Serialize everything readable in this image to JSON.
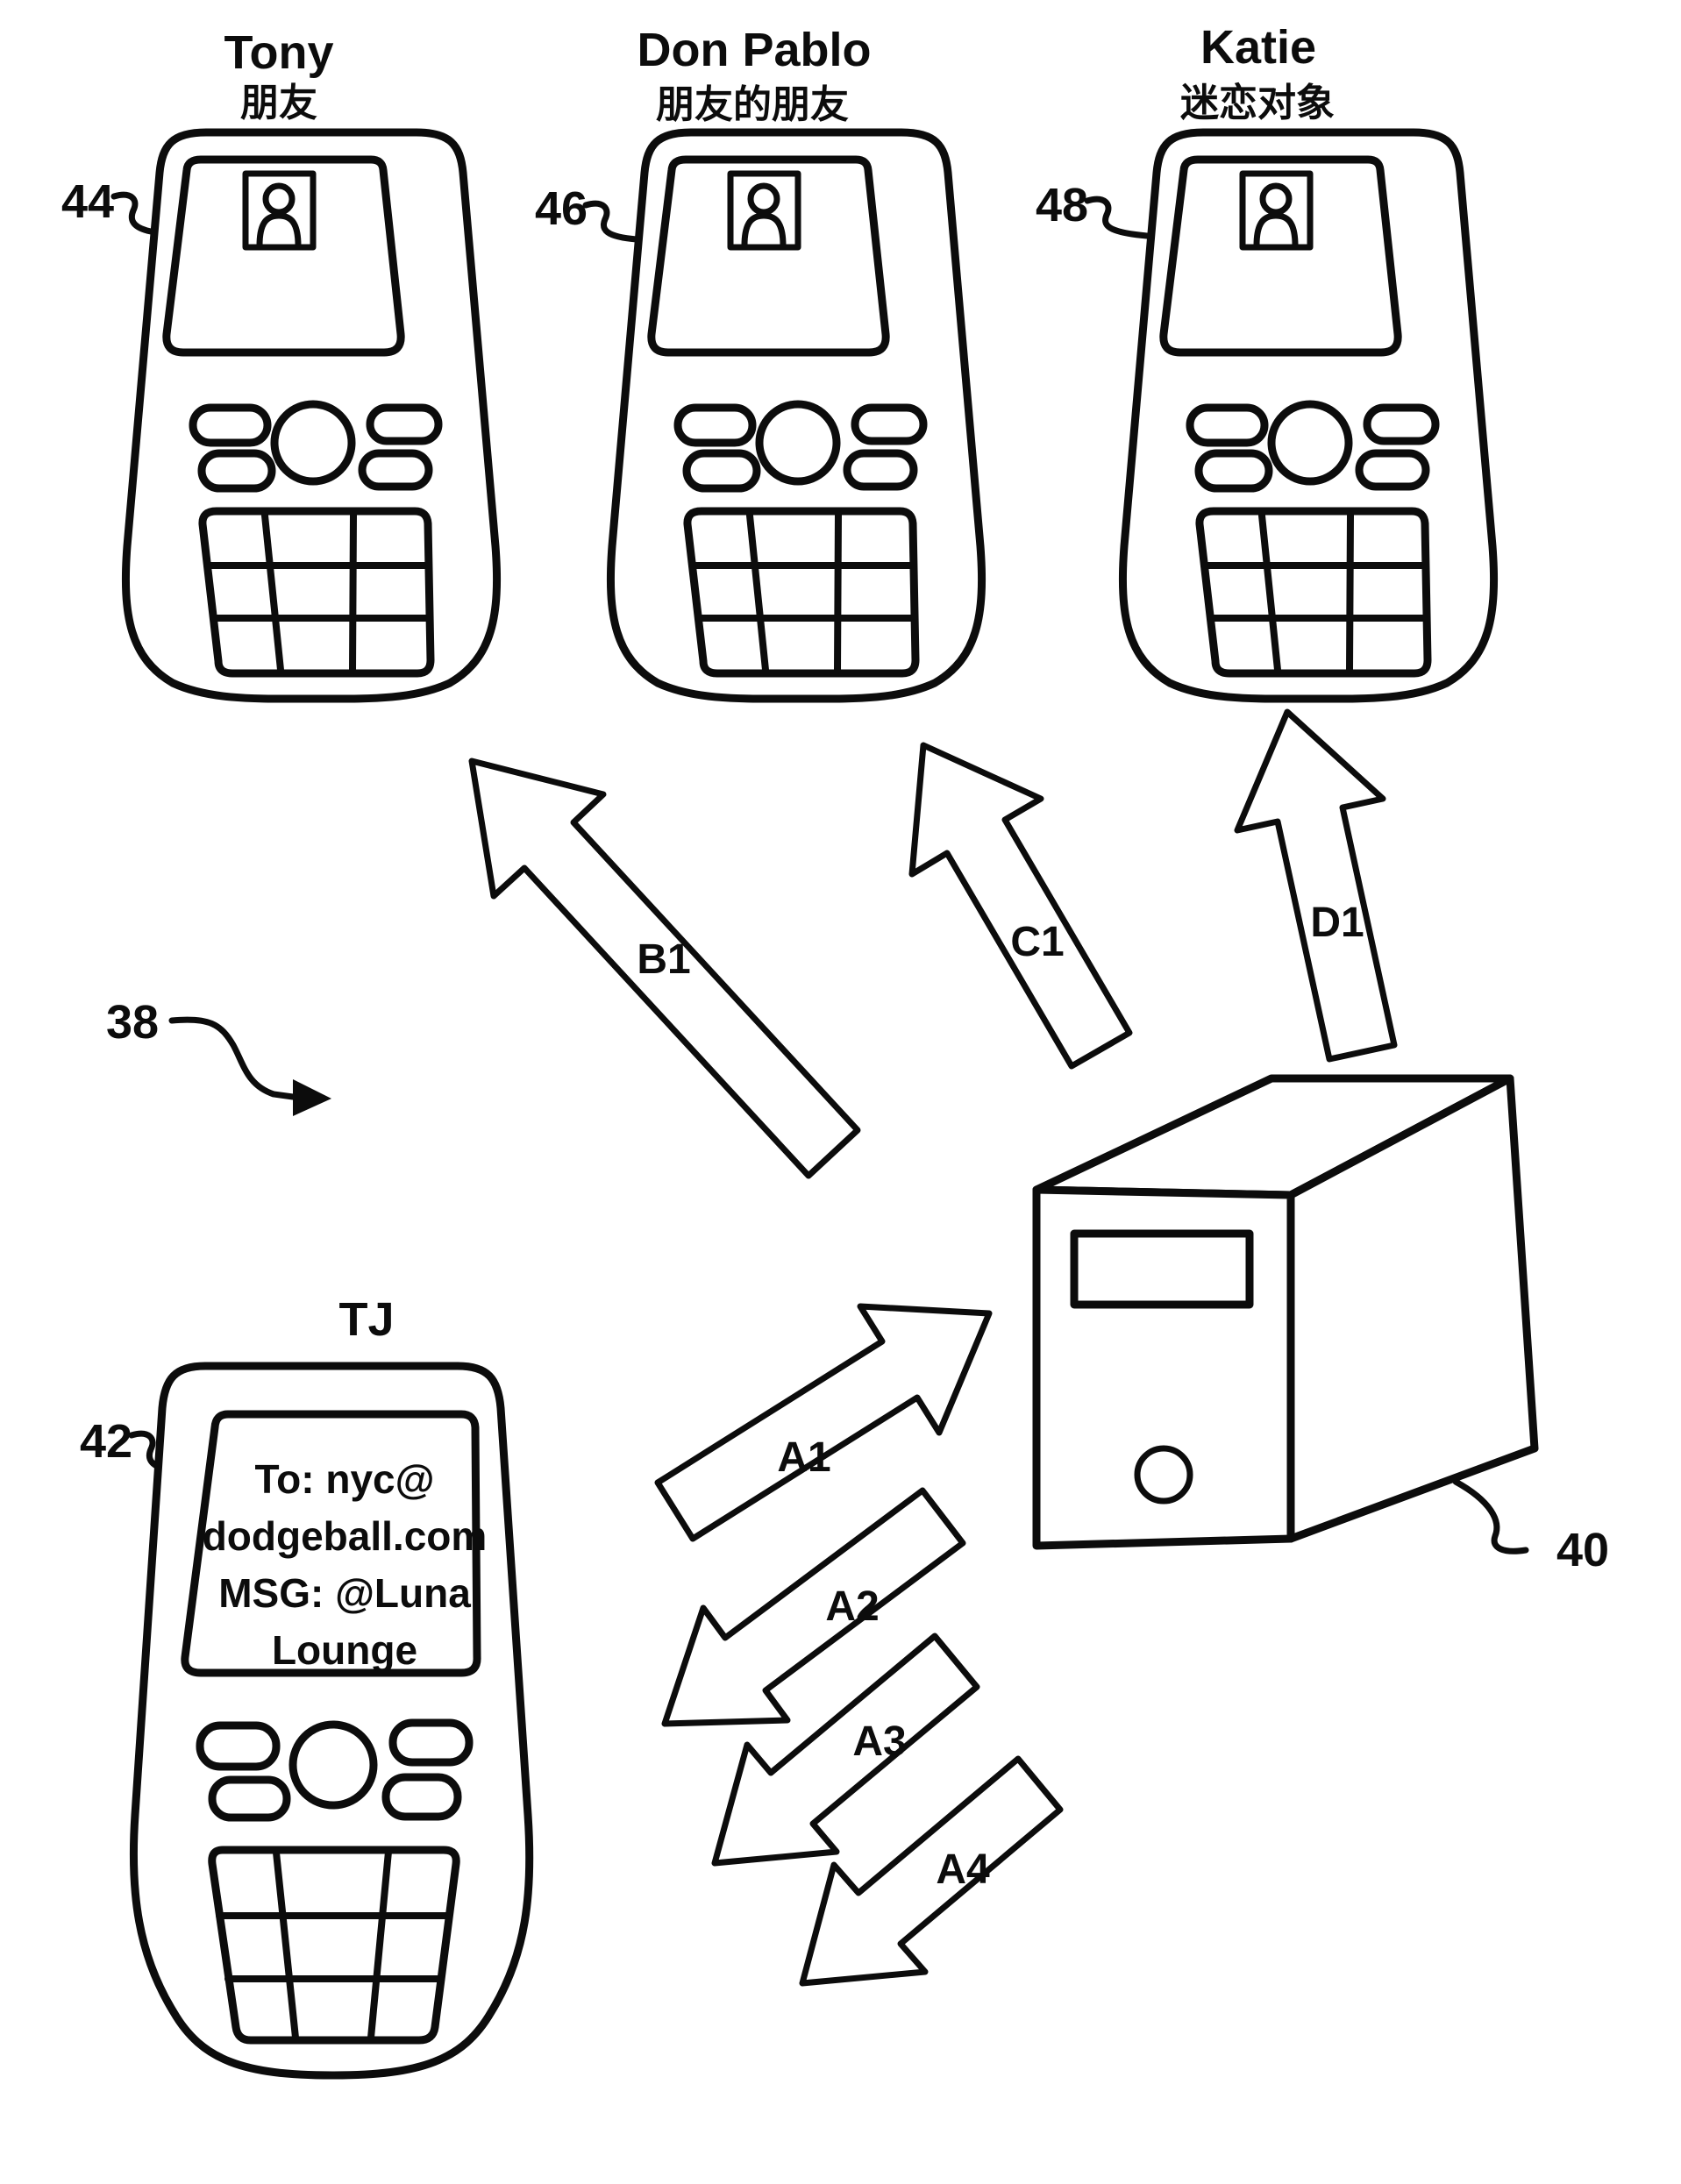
{
  "diagram": {
    "figure_ref": "38",
    "background": "#ffffff",
    "ink": "#0c0c0c"
  },
  "recipients": [
    {
      "ref": "44",
      "name": "Tony",
      "relation": "朋友"
    },
    {
      "ref": "46",
      "name": "Don Pablo",
      "relation": "朋友的朋友"
    },
    {
      "ref": "48",
      "name": "Katie",
      "relation": "迷恋对象"
    }
  ],
  "sender": {
    "ref": "42",
    "name": "TJ",
    "screen_lines": [
      "To: nyc@",
      "dodgeball.com",
      "MSG: @Luna",
      "Lounge"
    ]
  },
  "server": {
    "ref": "40"
  },
  "arrows": {
    "a1": {
      "label": "A1"
    },
    "a2": {
      "label": "A2"
    },
    "a3": {
      "label": "A3"
    },
    "a4": {
      "label": "A4"
    },
    "b1": {
      "label": "B1"
    },
    "c1": {
      "label": "C1"
    },
    "d1": {
      "label": "D1"
    }
  }
}
